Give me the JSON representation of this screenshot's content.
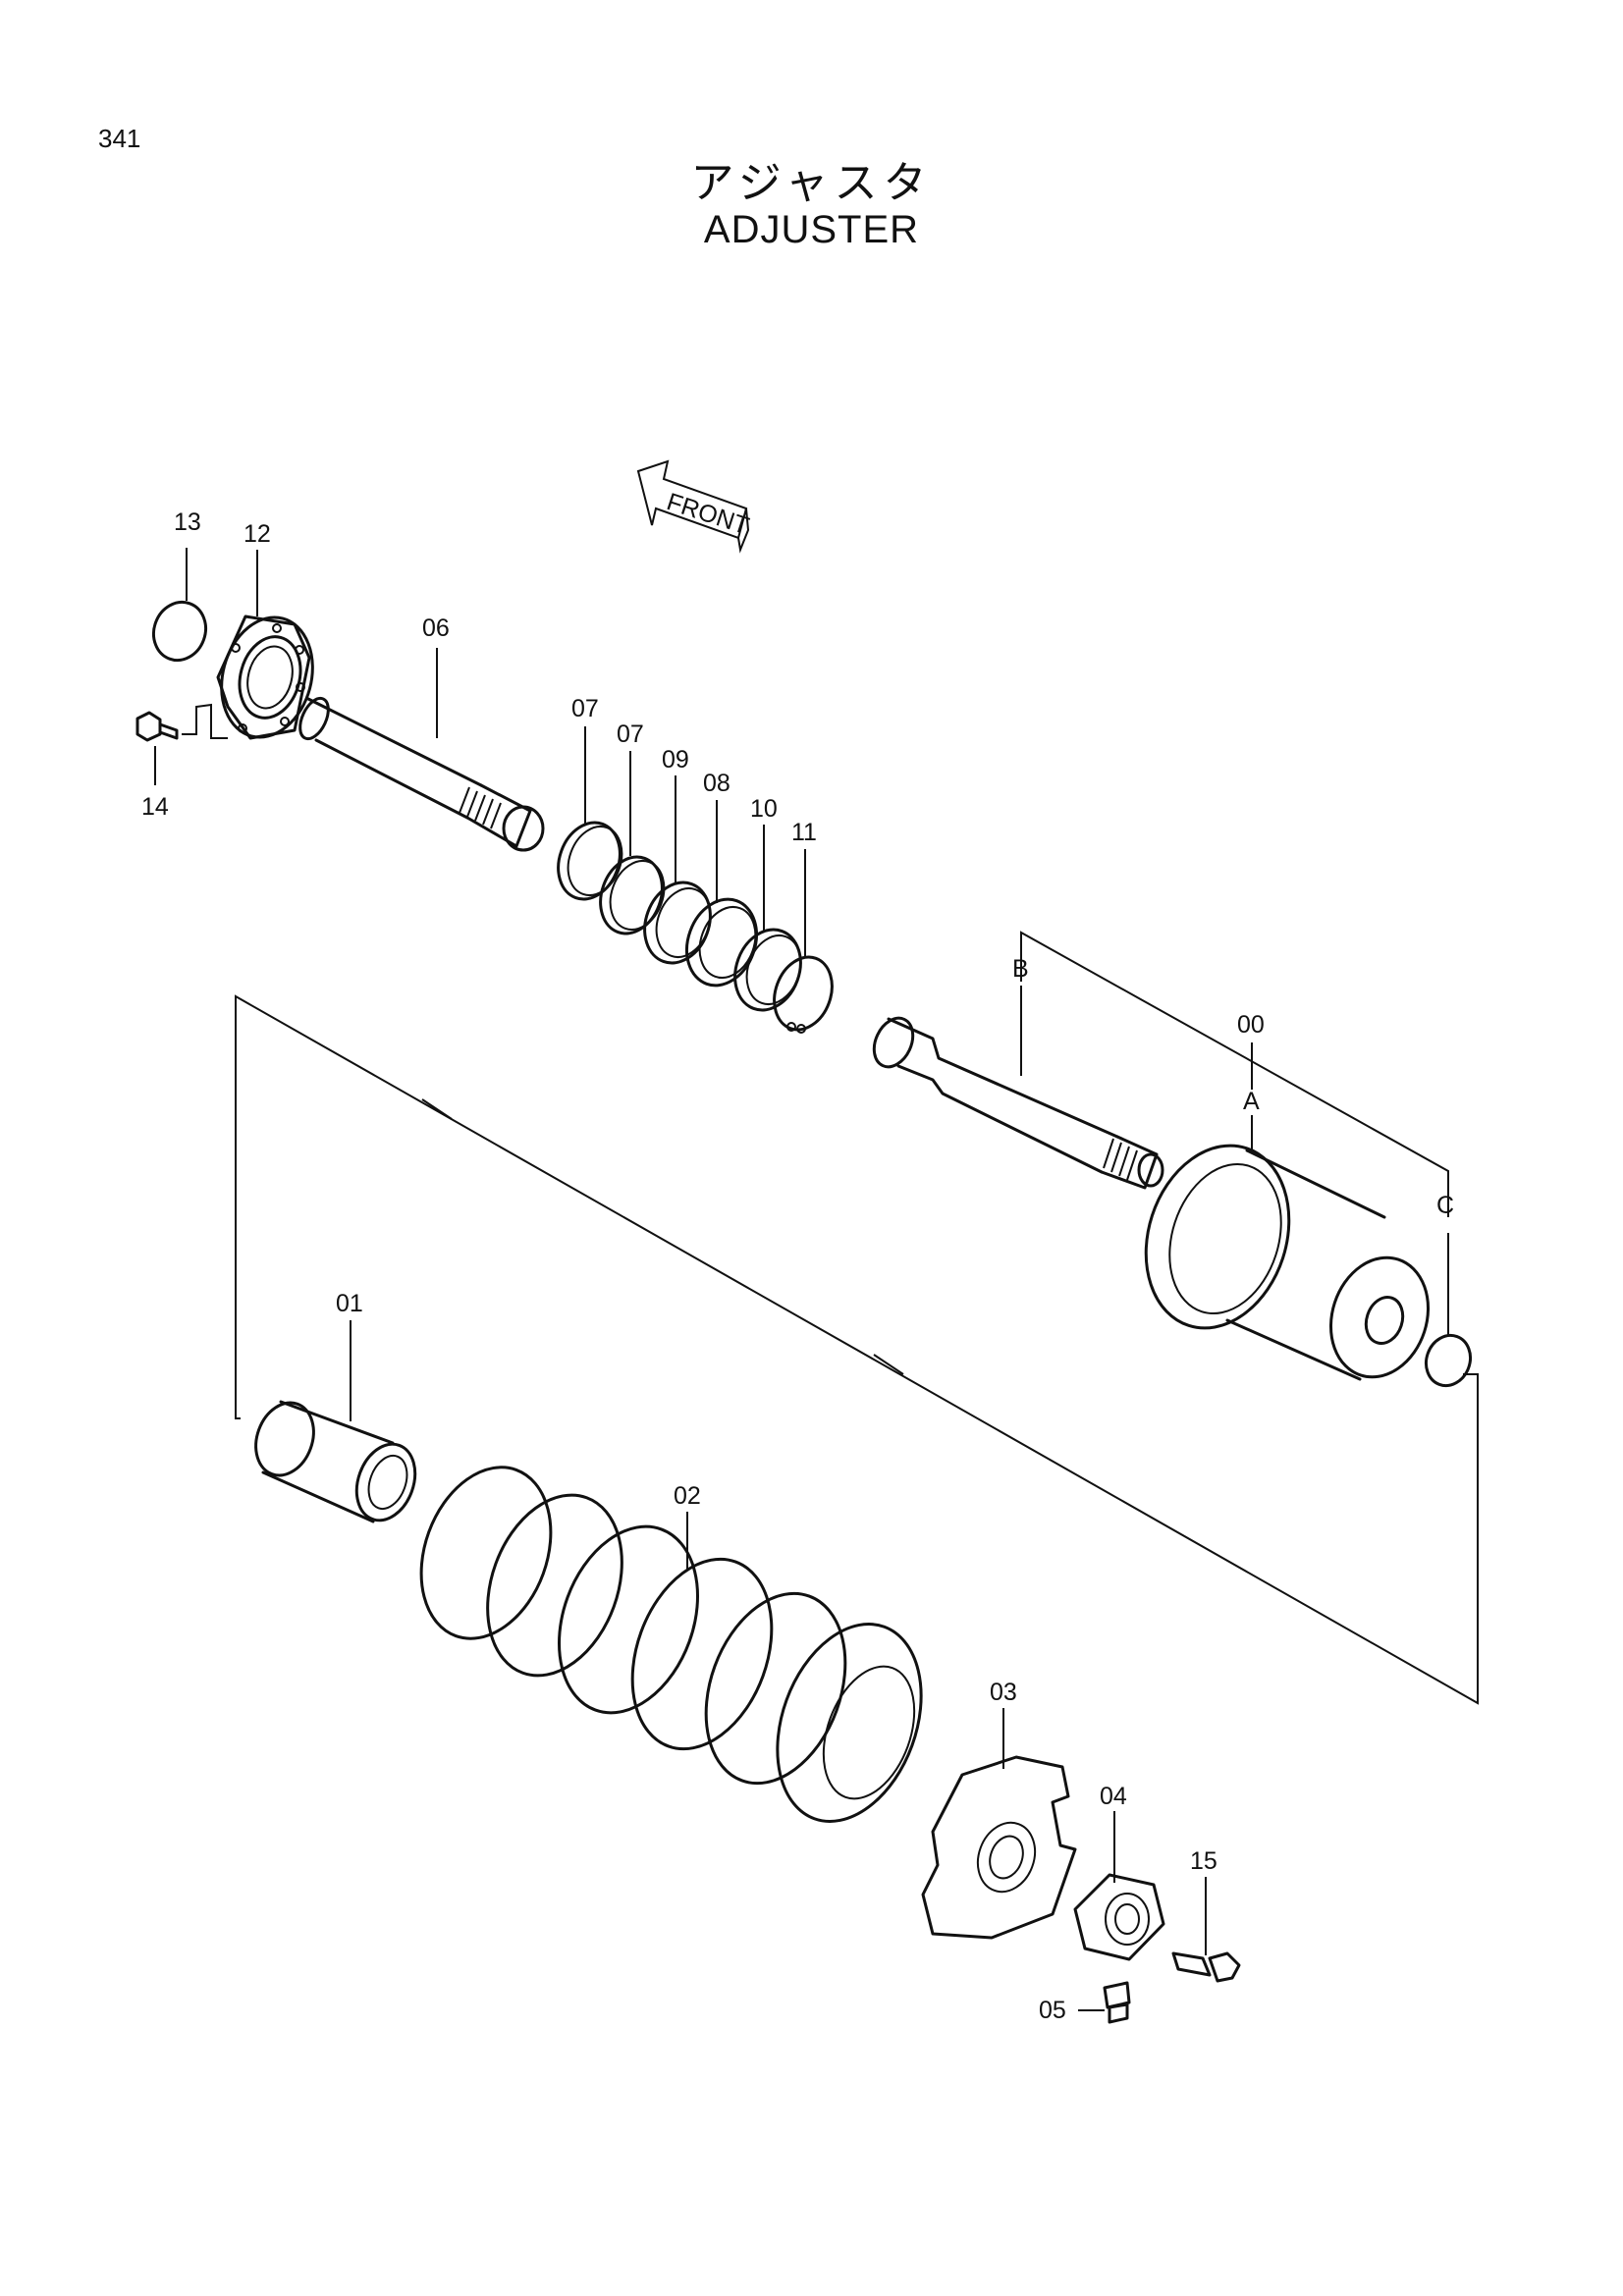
{
  "page": {
    "number": "341",
    "title_ja": "アジャスタ",
    "title_en": "ADJUSTER"
  },
  "front_arrow": {
    "label": "FRONT"
  },
  "callouts": {
    "p13": "13",
    "p12": "12",
    "p14": "14",
    "p06": "06",
    "p07a": "07",
    "p07b": "07",
    "p09": "09",
    "p08": "08",
    "p10": "10",
    "p11": "11",
    "pB": "B",
    "p00": "00",
    "pA": "A",
    "pC": "C",
    "p01": "01",
    "p02": "02",
    "p03": "03",
    "p04": "04",
    "p15": "15",
    "p05": "05"
  }
}
